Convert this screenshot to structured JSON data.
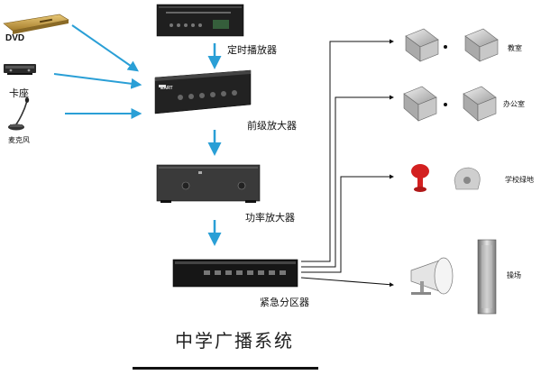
{
  "title": "中学广播系统",
  "sources": {
    "dvd": "DVD",
    "cassette": "卡座",
    "microphone": "麦克风"
  },
  "chain": {
    "timer_player": "定时播放器",
    "preamplifier": "前级放大器",
    "power_amplifier": "功率放大器",
    "emergency_zoner": "紧急分区器"
  },
  "zones": {
    "classroom": "教室",
    "office": "办公室",
    "campus_green": "学校绿地",
    "playground": "操场"
  },
  "device_badges": {
    "brand": "EART"
  },
  "colors": {
    "arrow": "#2a9fd6",
    "wire": "#111111",
    "rack_dark": "#1b1b1b",
    "rack_mid": "#3a3a3a",
    "dvd_gold": "#c9a24a",
    "horn_red": "#d32020"
  }
}
